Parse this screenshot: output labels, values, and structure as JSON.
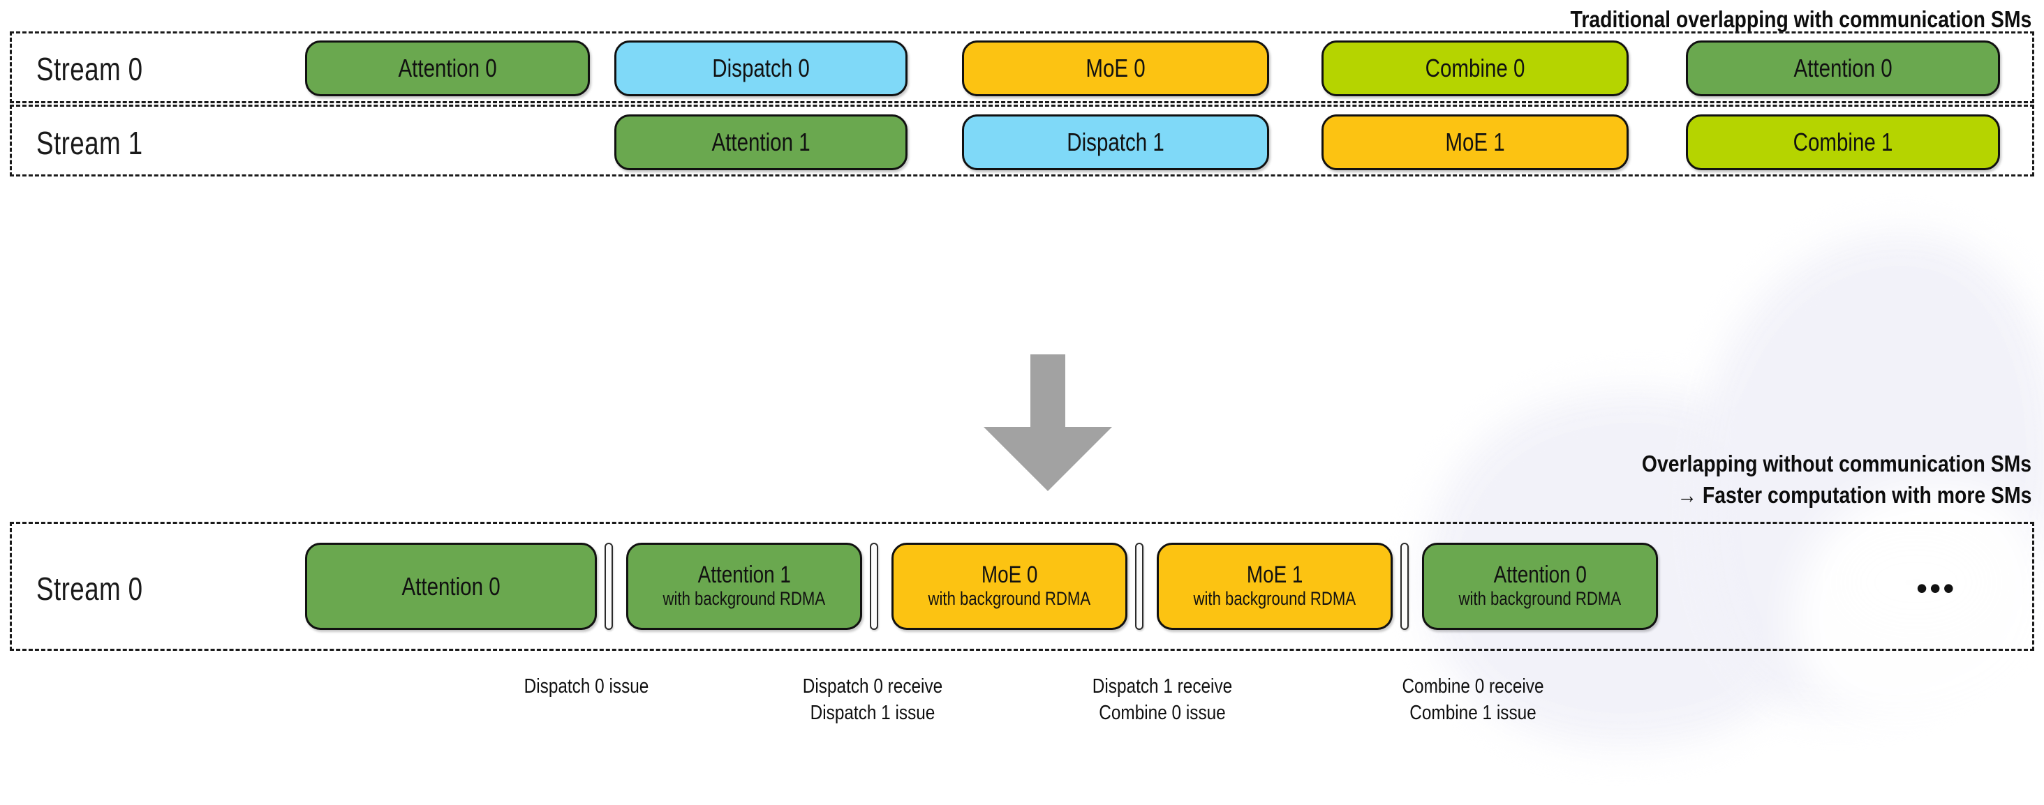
{
  "headings": {
    "top": "Traditional overlapping with communication SMs",
    "bottom_line1": "Overlapping without communication SMs",
    "bottom_line2": "→ Faster computation with more SMs"
  },
  "colors": {
    "attention": "#6aa84f",
    "dispatch": "#7fd9f8",
    "moe": "#fcc312",
    "combine": "#b5d400",
    "arrow": "#a2a2a2",
    "outline": "#111111",
    "frame": "#1a1a1a",
    "watermark": "#f2f2f9"
  },
  "top_section": {
    "streams": [
      {
        "label": "Stream 0",
        "boxes": [
          {
            "title": "Attention 0",
            "subtitle": "",
            "color_key": "attention"
          },
          {
            "title": "Dispatch 0",
            "subtitle": "",
            "color_key": "dispatch"
          },
          {
            "title": "MoE 0",
            "subtitle": "",
            "color_key": "moe"
          },
          {
            "title": "Combine 0",
            "subtitle": "",
            "color_key": "combine"
          },
          {
            "title": "Attention 0",
            "subtitle": "",
            "color_key": "attention"
          }
        ]
      },
      {
        "label": "Stream 1",
        "boxes": [
          {
            "title": "Attention 1",
            "subtitle": "",
            "color_key": "attention"
          },
          {
            "title": "Dispatch 1",
            "subtitle": "",
            "color_key": "dispatch"
          },
          {
            "title": "MoE 1",
            "subtitle": "",
            "color_key": "moe"
          },
          {
            "title": "Combine 1",
            "subtitle": "",
            "color_key": "combine"
          }
        ]
      }
    ]
  },
  "transition": {
    "icon": "down-arrow-icon"
  },
  "bottom_section": {
    "stream": {
      "label": "Stream 0",
      "boxes": [
        {
          "title": "Attention 0",
          "subtitle": "",
          "color_key": "attention"
        },
        {
          "title": "Attention 1",
          "subtitle": "with background RDMA",
          "color_key": "attention"
        },
        {
          "title": "MoE 0",
          "subtitle": "with background RDMA",
          "color_key": "moe"
        },
        {
          "title": "MoE 1",
          "subtitle": "with background RDMA",
          "color_key": "moe"
        },
        {
          "title": "Attention 0",
          "subtitle": "with background RDMA",
          "color_key": "attention"
        }
      ],
      "continuation": "•••"
    },
    "captions": [
      {
        "line1": "Dispatch 0 issue",
        "line2": ""
      },
      {
        "line1": "Dispatch 0 receive",
        "line2": "Dispatch 1 issue"
      },
      {
        "line1": "Dispatch 1 receive",
        "line2": "Combine 0 issue"
      },
      {
        "line1": "Combine 0 receive",
        "line2": "Combine 1 issue"
      }
    ]
  }
}
